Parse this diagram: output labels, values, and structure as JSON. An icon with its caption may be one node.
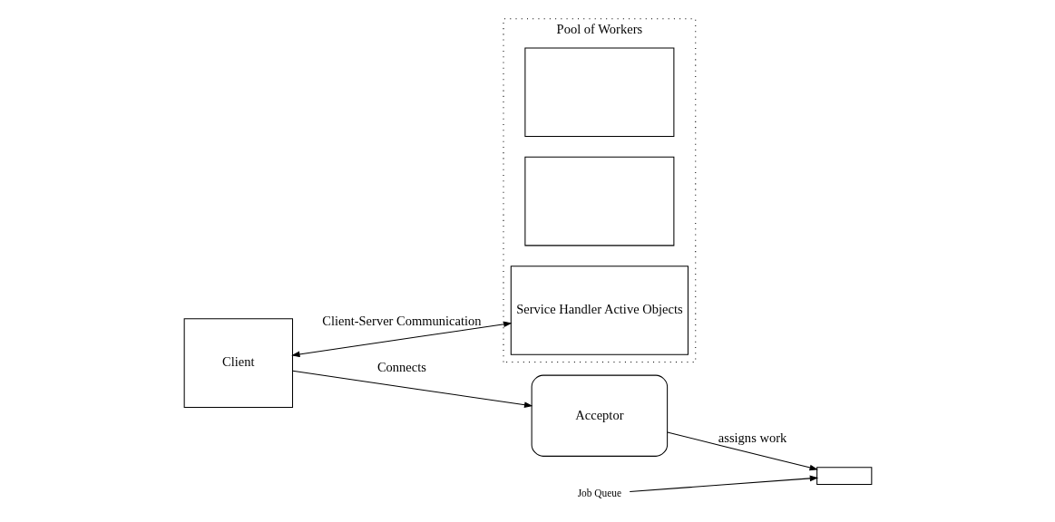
{
  "diagram": {
    "nodes": [
      {
        "text": [
          "Pool of Workers"
        ]
      },
      {
        "text": [],
        "shape": "box",
        "in": 0
      },
      {
        "text": [],
        "shape": "box",
        "in": 0
      },
      {
        "text": [
          "Service Handler Active Objects"
        ],
        "in": 0
      },
      {
        "text": [
          "Client"
        ]
      },
      {
        "text": [],
        "shape": "box"
      },
      {
        "text": [
          "Job Queue"
        ]
      },
      {
        "text": [
          "Acceptor"
        ]
      }
    ],
    "edges": [
      {
        "from": 4,
        "to": 3,
        "arrow": "both",
        "label": "Client-Server Communication"
      },
      {
        "from": 4,
        "to": 7,
        "arrow": "to",
        "label": "Connects"
      },
      {
        "from": 7,
        "to": 5,
        "arrow": "to",
        "label": "assigns work"
      },
      {
        "from": 6,
        "to": 5,
        "arrow": "to"
      }
    ]
  }
}
